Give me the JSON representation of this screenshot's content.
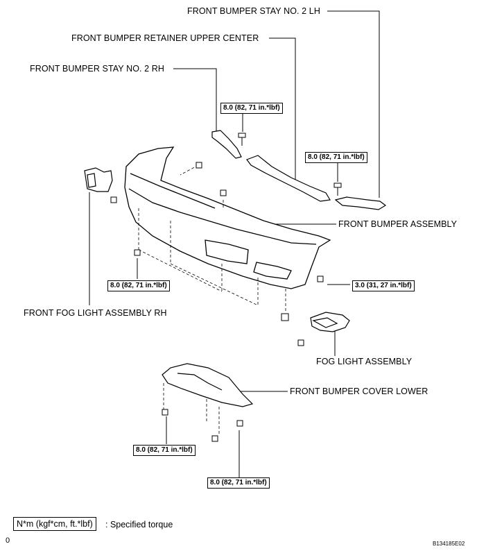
{
  "labels": {
    "stay_lh": "FRONT BUMPER STAY NO. 2 LH",
    "retainer": "FRONT BUMPER RETAINER UPPER CENTER",
    "stay_rh": "FRONT BUMPER STAY NO. 2 RH",
    "bumper_assembly": "FRONT BUMPER ASSEMBLY",
    "fog_rh": "FRONT FOG LIGHT ASSEMBLY RH",
    "fog": "FOG LIGHT ASSEMBLY",
    "cover_lower": "FRONT BUMPER COVER LOWER"
  },
  "torques": {
    "t1": "8.0 (82, 71 in.*lbf)",
    "t2": "8.0 (82, 71 in.*lbf)",
    "t3": "8.0 (82, 71 in.*lbf)",
    "t4": "3.0 (31, 27 in.*lbf)",
    "t5": "8.0 (82, 71 in.*lbf)",
    "t6": "8.0 (82, 71 in.*lbf)"
  },
  "legend": {
    "unit": "N*m (kgf*cm, ft.*lbf)",
    "text": ": Specified torque"
  },
  "footer": {
    "left": "0",
    "code": "B134185E02"
  }
}
